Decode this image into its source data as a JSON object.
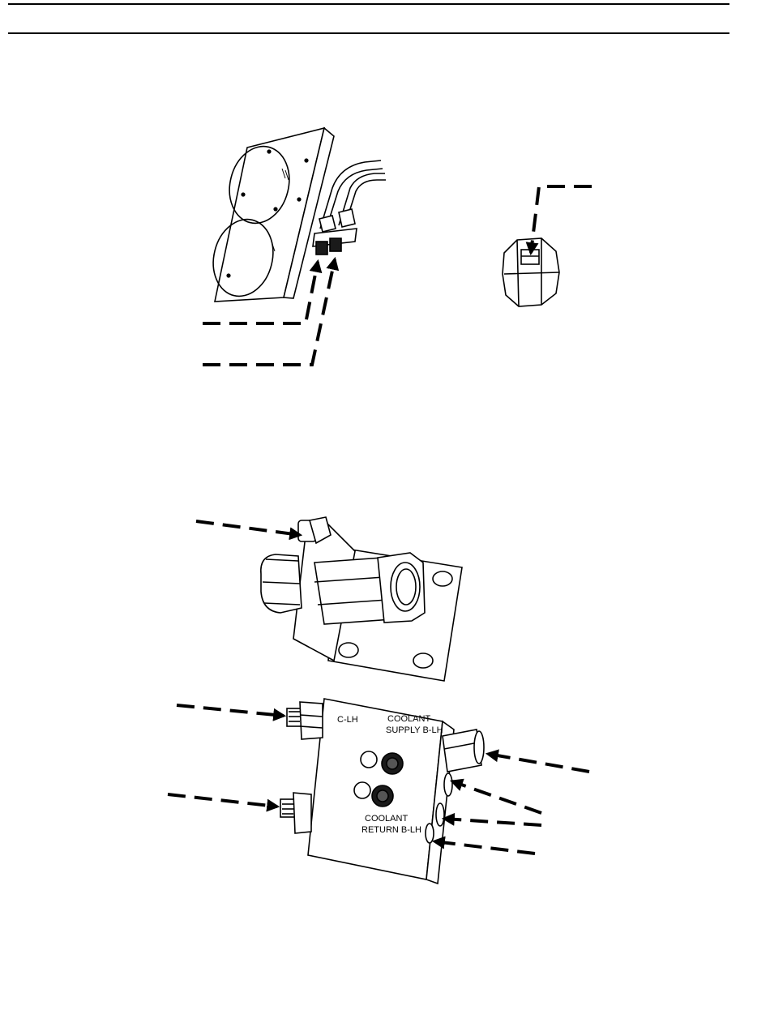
{
  "manifold_labels": {
    "c_lh": "C-LH",
    "supply_line1": "COOLANT",
    "supply_line2": "SUPPLY  B-LH",
    "return_line1": "COOLANT",
    "return_line2": "RETURN  B-LH"
  },
  "colors": {
    "ink": "#000000",
    "paper": "#ffffff",
    "dark_fill": "#1a1a1a"
  }
}
